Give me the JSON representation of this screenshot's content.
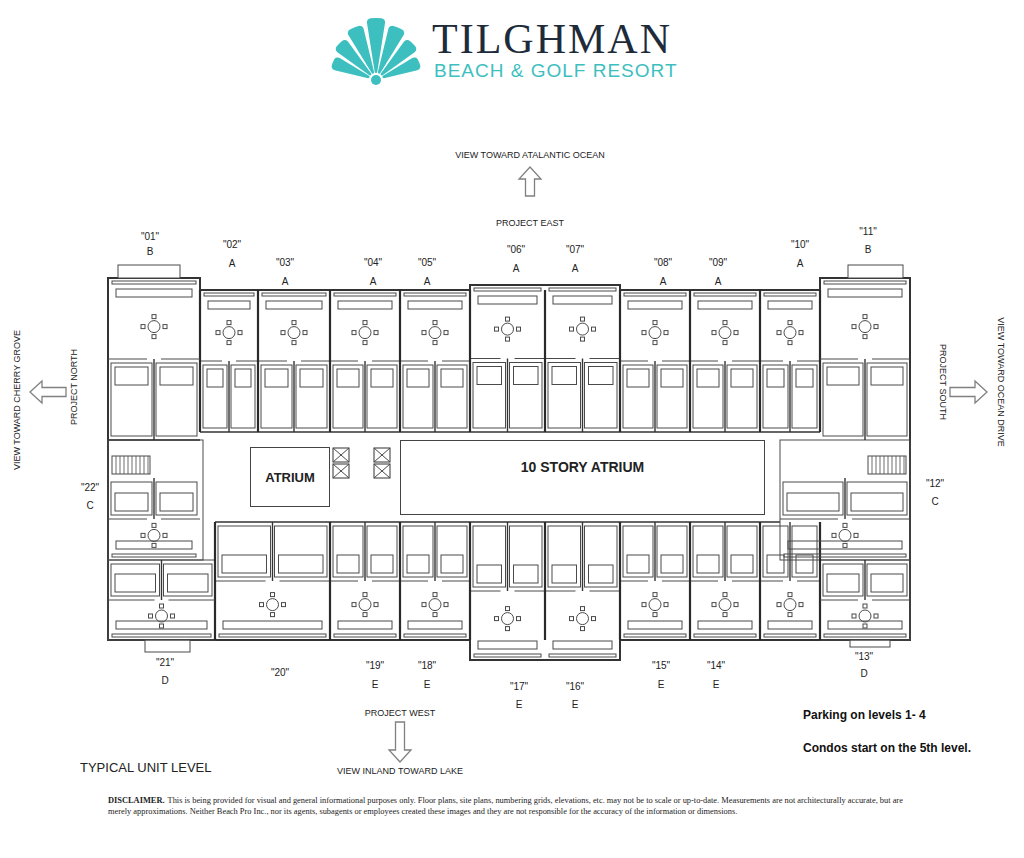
{
  "diagram": {
    "title": "TILGHMAN",
    "nodes": [
      {
        "text": [
          "ATRIUM"
        ]
      },
      {
        "text": [
          "10 STORY ATRIUM"
        ]
      }
    ],
    "labels": [
      "BEACH & GOLF RESORT",
      "VIEW TOWARD ATALANTIC OCEAN",
      "PROJECT EAST",
      "\"01\"",
      "B",
      "\"02\"",
      "A",
      "\"03\"",
      "A",
      "\"04\"",
      "A",
      "\"05\"",
      "A",
      "\"06\"",
      "A",
      "\"07\"",
      "A",
      "\"08\"",
      "A",
      "\"09\"",
      "A",
      "\"10\"",
      "A",
      "\"11\"",
      "B",
      "VIEW TOWARD CHERRY GROVE",
      "PROJECT NORTH",
      "PROJECT SOUTH",
      "VIEW TOWARD OCEAN DRIVE",
      "\"22\"",
      "C",
      "\"12\"",
      "C",
      "\"21\"",
      "D",
      "\"20\"",
      "\"19\"",
      "E",
      "\"18\"",
      "E",
      "\"17\"",
      "E",
      "\"16\"",
      "E",
      "\"15\"",
      "E",
      "\"14\"",
      "E",
      "\"13\"",
      "D",
      "PROJECT WEST",
      "Parking on levels 1- 4",
      "VIEW INLAND TOWARD LAKE",
      "Condos start on the 5th level.",
      "TYPICAL UNIT LEVEL",
      "DISCLAIMER.",
      "This is being provided for visual and general informational purposes only. Floor plans, site plans, numbering grids, elevations, etc. may not be to scale or up-to-date. Measurements are not architecturally accurate, but are merely approximations. Neither Beach Pro Inc., nor its agents, subagents or employees created these images and they are not responsible for the accuracy of the information or dimensions."
    ]
  }
}
